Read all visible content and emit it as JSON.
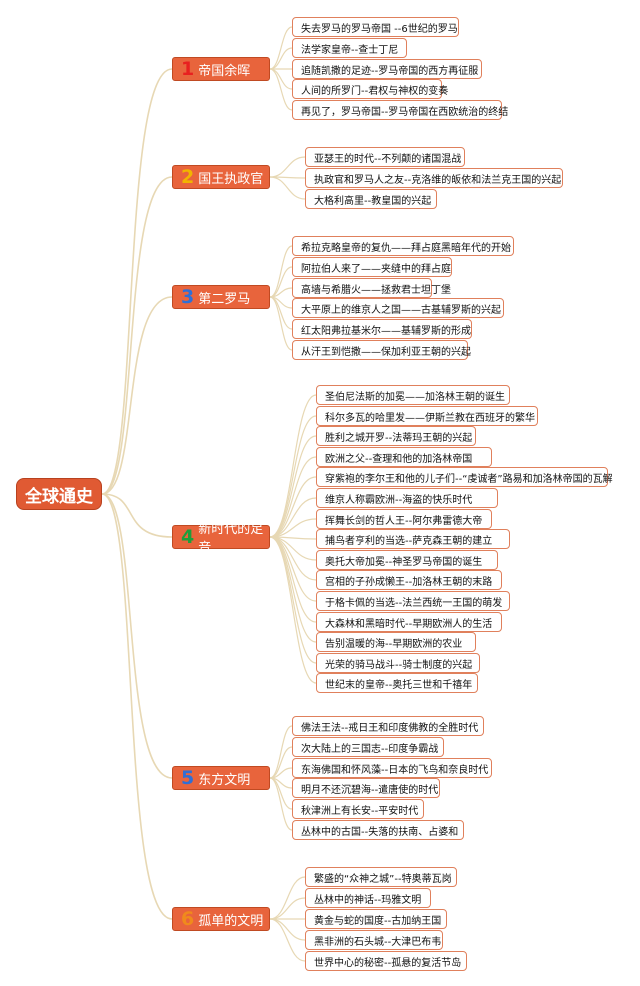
{
  "root": {
    "label": "全球通史"
  },
  "branches": [
    {
      "num": "1",
      "num_color": "#e82020",
      "label": "帝国余晖",
      "items": [
        "失去罗马的罗马帝国 --6世纪的罗马",
        "法学家皇帝--查士丁尼",
        "追随凯撒的足迹--罗马帝国的西方再征服",
        "人间的所罗门--君权与神权的变奏",
        "再见了，罗马帝国--罗马帝国在西欧统治的终结"
      ]
    },
    {
      "num": "2",
      "num_color": "#f2b400",
      "label": "国王执政官",
      "items": [
        "亚瑟王的时代--不列颠的诸国混战",
        "执政官和罗马人之友--克洛维的皈依和法兰克王国的兴起",
        "大格利高里--教皇国的兴起"
      ]
    },
    {
      "num": "3",
      "num_color": "#2f6fd6",
      "label": "第二罗马",
      "items": [
        "希拉克略皇帝的复仇——拜占庭黑暗年代的开始",
        "阿拉伯人来了——夹缝中的拜占庭",
        "高墙与希腊火——拯救君士坦丁堡",
        "大平原上的维京人之国——古基辅罗斯的兴起",
        "红太阳弗拉基米尔——基辅罗斯的形成",
        "从汗王到恺撒——保加利亚王朝的兴起"
      ]
    },
    {
      "num": "4",
      "num_color": "#1e9e3a",
      "label": "新时代的足音",
      "items": [
        "圣伯尼法斯的加冕——加洛林王朝的诞生",
        "科尔多瓦的哈里发——伊斯兰教在西班牙的繁华",
        "胜利之城开罗--法蒂玛王朝的兴起",
        "欧洲之父--查理和他的加洛林帝国",
        "穿紫袍的李尔王和他的儿子们--“虔诚者”路易和加洛林帝国的瓦解",
        "维京人称霸欧洲--海盗的快乐时代",
        "挥舞长剑的哲人王--阿尔弗雷德大帝",
        "捕鸟者亨利的当选--萨克森王朝的建立",
        "奥托大帝加冕--神圣罗马帝国的诞生",
        "宫相的子孙成懒王--加洛林王朝的末路",
        "于格卡佩的当选--法兰西统一王国的萌发",
        "大森林和黑暗时代--早期欧洲人的生活",
        "告别温暖的海--早期欧洲的农业",
        "光荣的骑马战斗--骑士制度的兴起",
        "世纪末的皇帝--奥托三世和千禧年"
      ]
    },
    {
      "num": "5",
      "num_color": "#2f6fd6",
      "label": "东方文明",
      "items": [
        "佛法王法--戒日王和印度佛教的全胜时代",
        "次大陆上的三国志--印度争霸战",
        "东海佛国和怀风藻--日本的飞鸟和奈良时代",
        "明月不还沉碧海--遣唐使的时代",
        "秋津洲上有长安--平安时代",
        "丛林中的古国--失落的扶南、占婆和"
      ]
    },
    {
      "num": "6",
      "num_color": "#f08a1c",
      "label": "孤单的文明",
      "items": [
        "繁盛的“众神之城”--特奥蒂瓦岗",
        "丛林中的神话--玛雅文明",
        "黄金与蛇的国度--古加纳王国",
        "黑非洲的石头城--大津巴布韦",
        "世界中心的秘密--孤悬的复活节岛"
      ]
    }
  ]
}
